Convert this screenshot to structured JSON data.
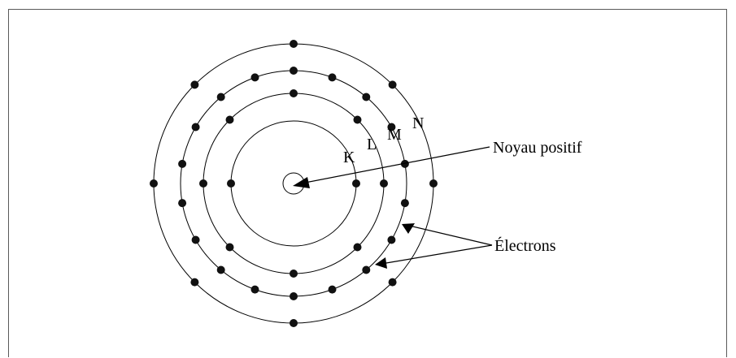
{
  "diagram": {
    "shells": [
      {
        "name": "K",
        "electrons": 2
      },
      {
        "name": "L",
        "electrons": 8
      },
      {
        "name": "M",
        "electrons": 18
      },
      {
        "name": "N",
        "electrons": 8
      }
    ],
    "labels": {
      "nucleus": "Noyau positif",
      "electrons": "Électrons"
    },
    "colors": {
      "line": "#000000",
      "electron": "#111111",
      "frame": "#5a5a5a"
    }
  }
}
